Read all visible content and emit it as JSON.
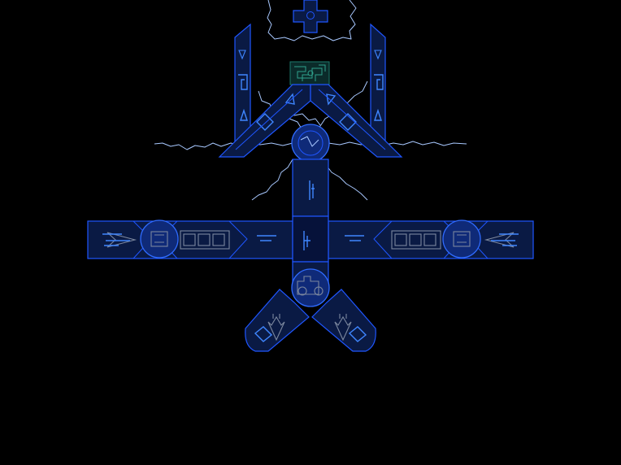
{
  "scene": {
    "background": "#000000",
    "hull_fill": "#0a1a44",
    "outline_color": "#1f56ff",
    "lightning_color": "#a8c8ff",
    "module_color": "#7b879e",
    "terminal_color": "#1d7a6c"
  },
  "ship": {
    "parts": [
      "cross-turret",
      "terminal-node",
      "left-pylon",
      "right-pylon",
      "left-diagonal-arm",
      "right-diagonal-arm",
      "core-hub",
      "spine-upper",
      "spine-lower",
      "left-wing",
      "right-wing",
      "left-engine-pod",
      "right-engine-pod"
    ],
    "icons": [
      "arrow-icon",
      "cargo-icon",
      "shield-icon",
      "thruster-icon",
      "circuit-icon"
    ]
  }
}
